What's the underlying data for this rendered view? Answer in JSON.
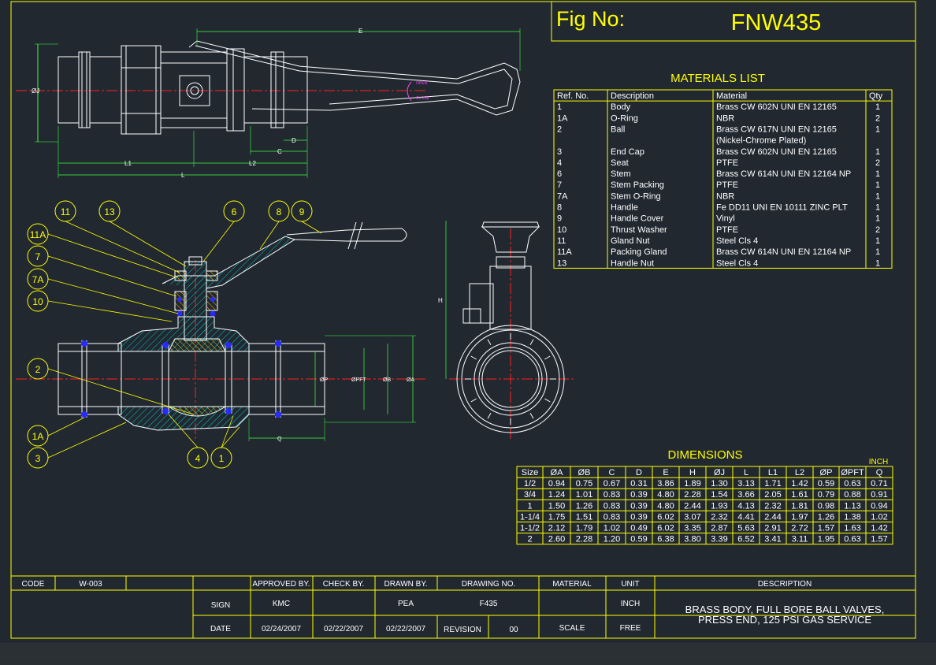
{
  "figure": {
    "label": "Fig  No:",
    "number": "FNW435"
  },
  "materials": {
    "title": "MATERIALS LIST",
    "headers": [
      "Ref. No.",
      "Description",
      "Material",
      "Qty"
    ],
    "rows": [
      [
        "1",
        "Body",
        "Brass CW 602N UNI EN 12165",
        "1"
      ],
      [
        "1A",
        "O-Ring",
        " NBR",
        "2"
      ],
      [
        "2",
        "Ball",
        "Brass CW 617N UNI EN 12165|(Nickel-Chrome Plated)",
        "1"
      ],
      [
        "3",
        "End Cap",
        "Brass CW 602N UNI EN 12165",
        "1"
      ],
      [
        "4",
        " Seat",
        "PTFE",
        "2"
      ],
      [
        "6",
        " Stem",
        "Brass CW 614N UNI EN 12164  NP",
        "1"
      ],
      [
        "7",
        " Stem Packing",
        "PTFE",
        "1"
      ],
      [
        "7A",
        " Stem O-Ring",
        "NBR",
        "1"
      ],
      [
        "8",
        "Handle",
        "Fe DD11 UNI EN 10111   ZINC PLT",
        "1"
      ],
      [
        "9",
        "Handle Cover",
        "Vinyl",
        "1"
      ],
      [
        "10",
        "Thrust Washer",
        "PTFE",
        "2"
      ],
      [
        "11",
        "Gland Nut",
        "Steel  Cls 4",
        "1"
      ],
      [
        "11A",
        "Packing Gland",
        "Brass CW 614N UNI EN 12164 NP",
        "1"
      ],
      [
        "13",
        "Handle Nut",
        " Steel  Cls 4",
        "1"
      ]
    ]
  },
  "dimensions": {
    "title": "DIMENSIONS",
    "unit": "INCH",
    "headers": [
      "Size",
      "ØA",
      "ØB",
      "C",
      "D",
      "E",
      "H",
      "ØJ",
      "L",
      "L1",
      "L2",
      "ØP",
      "ØPFT",
      "Q"
    ],
    "rows": [
      [
        "1/2",
        "0.94",
        "0.75",
        "0.67",
        "0.31",
        "3.86",
        "1.89",
        "1.30",
        "3.13",
        "1.71",
        "1.42",
        "0.59",
        "0.63",
        "0.71"
      ],
      [
        "3/4",
        "1.24",
        "1.01",
        "0.83",
        "0.39",
        "4.80",
        "2.28",
        "1.54",
        "3.66",
        "2.05",
        "1.61",
        "0.79",
        "0.88",
        "0.91"
      ],
      [
        "1",
        "1.50",
        "1.26",
        "0.83",
        "0.39",
        "4.80",
        "2.44",
        "1.93",
        "4.13",
        "2.32",
        "1.81",
        "0.98",
        "1.13",
        "0.94"
      ],
      [
        "1-1/4",
        "1.75",
        "1.51",
        "0.83",
        "0.39",
        "6.02",
        "3.07",
        "2.32",
        "4.41",
        "2.44",
        "1.97",
        "1.26",
        "1.38",
        "1.02"
      ],
      [
        "1-1/2",
        "2.12",
        "1.79",
        "1.02",
        "0.49",
        "6.02",
        "3.35",
        "2.87",
        "5.63",
        "2.91",
        "2.72",
        "1.57",
        "1.63",
        "1.42"
      ],
      [
        "2",
        "2.60",
        "2.28",
        "1.20",
        "0.59",
        "6.38",
        "3.80",
        "3.39",
        "6.52",
        "3.41",
        "3.11",
        "1.95",
        "0.63",
        "1.57"
      ]
    ]
  },
  "views": {
    "top_dims": {
      "E": "E",
      "J": "ØJ",
      "L": "L",
      "L1": "L1",
      "L2": "L2",
      "C": "C",
      "D": "D"
    },
    "section_dims": {
      "P": "ØP",
      "PFT": "ØPFT",
      "B": "ØB",
      "A": "ØA",
      "Q": "Q"
    },
    "side_dims": {
      "H": "H"
    },
    "handle_marks": {
      "open": "OPEN",
      "close": "CLOSE"
    },
    "balloons_left": [
      "11",
      "13",
      "11A",
      "7",
      "7A",
      "10",
      "2",
      "1A",
      "3"
    ],
    "balloons_top": [
      "6",
      "8",
      "9"
    ],
    "balloons_bottom": [
      "4",
      "1"
    ]
  },
  "title_block": {
    "code_label": "CODE",
    "code_value": "W-003",
    "approved_label": "APPROVED BY.",
    "check_label": "CHECK BY.",
    "drawn_label": "DRAWN BY.",
    "drawing_no_label": "DRAWING NO.",
    "material_label": "MATERIAL",
    "unit_label": "UNIT",
    "description_label": "DESCRIPTION",
    "sign_label": "SIGN",
    "approved_by": "KMC",
    "drawn_by": "PEA",
    "drawing_no": "F435",
    "unit_value": "INCH",
    "date_label": "DATE",
    "approved_date": "02/24/2007",
    "check_date": "02/22/2007",
    "drawn_date": "02/22/2007",
    "revision_label": "REVISION",
    "revision_value": "00",
    "scale_label": "SCALE",
    "scale_value": "FREE",
    "description_line1": "BRASS BODY, FULL BORE BALL VALVES,",
    "description_line2": "PRESS END, 125 PSI GAS SERVICE"
  },
  "colors": {
    "frame": "#ffff00",
    "lines": "#ffffff",
    "centerline": "#ff2020",
    "seal": "#1a1aff",
    "hatch": "#00d0d0",
    "background": "#212830"
  }
}
